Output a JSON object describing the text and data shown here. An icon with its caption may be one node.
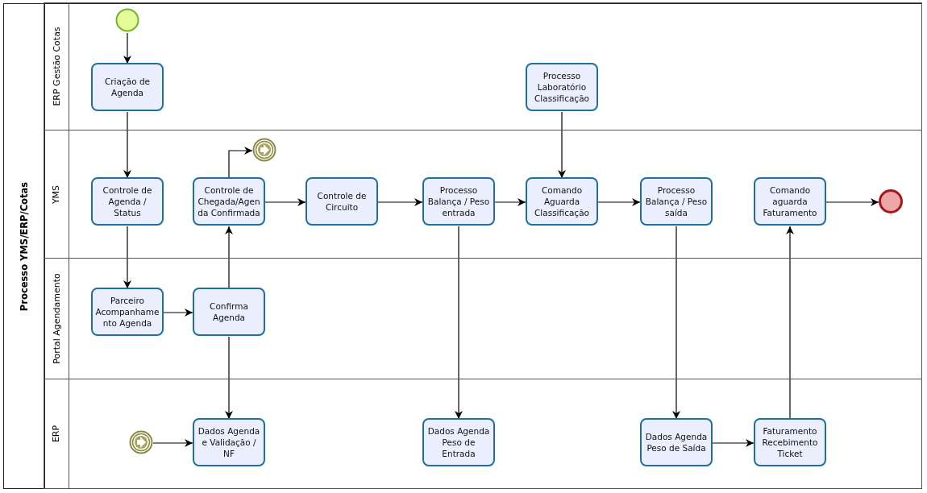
{
  "diagram": {
    "nodes": [
      {
        "text": [
          "Processo YMS/ERP/Cotas"
        ]
      },
      {
        "text": [
          "ERP Gestão Cotas"
        ],
        "in": 0
      },
      {
        "text": [
          "YMS"
        ],
        "in": 0
      },
      {
        "text": [
          "Portal Agendamento"
        ],
        "in": 0
      },
      {
        "text": [
          "ERP"
        ],
        "in": 0
      },
      {
        "text": [],
        "shape": "circle",
        "in": 1
      },
      {
        "text": [
          "Criação de Agenda"
        ],
        "in": 1
      },
      {
        "text": [
          "Processo Laboratório Classificação"
        ],
        "in": 1
      },
      {
        "text": [
          "Controle de Agenda / Status"
        ],
        "in": 2
      },
      {
        "text": [
          "Controle de Chegada/Agenda Confirmada"
        ],
        "in": 2
      },
      {
        "text": [],
        "shape": "circle",
        "in": 2
      },
      {
        "text": [
          "Controle de Circuito"
        ],
        "in": 2
      },
      {
        "text": [
          "Processo Balança / Peso entrada"
        ],
        "in": 2
      },
      {
        "text": [
          "Comando Aguarda Classificação"
        ],
        "in": 2
      },
      {
        "text": [
          "Processo Balança / Peso saída"
        ],
        "in": 2
      },
      {
        "text": [
          "Comando aguarda Faturamento"
        ],
        "in": 2
      },
      {
        "text": [],
        "shape": "circle",
        "in": 2
      },
      {
        "text": [
          "Parceiro Acompanhamento Agenda"
        ],
        "in": 3
      },
      {
        "text": [
          "Confirma Agenda"
        ],
        "in": 3
      },
      {
        "text": [],
        "shape": "circle",
        "in": 4
      },
      {
        "text": [
          "Dados Agenda e Validação / NF"
        ],
        "in": 4
      },
      {
        "text": [
          "Dados Agenda Peso de Entrada"
        ],
        "in": 4
      },
      {
        "text": [
          "Dados Agenda Peso de Saída"
        ],
        "in": 4
      },
      {
        "text": [
          "Faturamento Recebimento Ticket"
        ],
        "in": 4
      }
    ],
    "edges": [
      {
        "from": 5,
        "to": 6,
        "arrow": "to"
      },
      {
        "from": 6,
        "to": 8,
        "arrow": "to"
      },
      {
        "from": 8,
        "to": 17,
        "arrow": "to"
      },
      {
        "from": 17,
        "to": 18,
        "arrow": "to"
      },
      {
        "from": 18,
        "to": 9,
        "arrow": "to"
      },
      {
        "from": 9,
        "to": 10,
        "arrow": "to"
      },
      {
        "from": 9,
        "to": 11,
        "arrow": "to"
      },
      {
        "from": 11,
        "to": 12,
        "arrow": "to"
      },
      {
        "from": 12,
        "to": 13,
        "arrow": "to"
      },
      {
        "from": 7,
        "to": 13,
        "arrow": "to"
      },
      {
        "from": 13,
        "to": 14,
        "arrow": "to"
      },
      {
        "from": 15,
        "to": 16,
        "arrow": "to"
      },
      {
        "from": 18,
        "to": 20,
        "arrow": "to"
      },
      {
        "from": 19,
        "to": 20,
        "arrow": "to"
      },
      {
        "from": 12,
        "to": 21,
        "arrow": "to"
      },
      {
        "from": 14,
        "to": 22,
        "arrow": "to"
      },
      {
        "from": 22,
        "to": 23,
        "arrow": "to"
      },
      {
        "from": 23,
        "to": 15,
        "arrow": "to"
      }
    ]
  }
}
